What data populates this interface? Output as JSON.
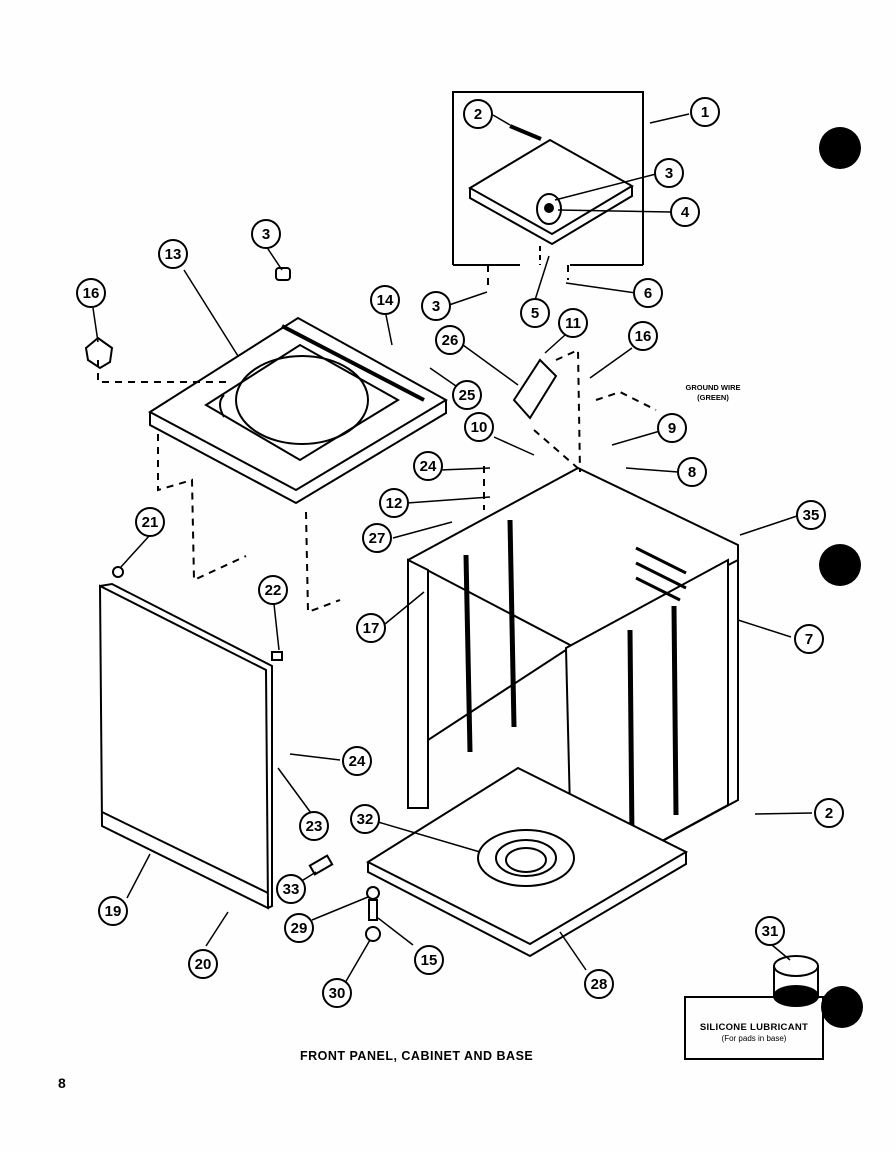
{
  "diagram": {
    "title": "FRONT PANEL, CABINET AND BASE",
    "page_number": "8",
    "ground_wire": {
      "line1": "GROUND WIRE",
      "line2": "(GREEN)"
    },
    "lubricant_note": {
      "main": "SILICONE LUBRICANT",
      "sub": "(For pads in base)"
    },
    "callouts": [
      "1",
      "2",
      "3",
      "4",
      "3",
      "5",
      "6",
      "3",
      "13",
      "16",
      "14",
      "25",
      "26",
      "11",
      "16",
      "10",
      "9",
      "24",
      "8",
      "12",
      "35",
      "21",
      "27",
      "22",
      "17",
      "7",
      "24",
      "32",
      "23",
      "2",
      "33",
      "19",
      "29",
      "15",
      "20",
      "30",
      "28",
      "31"
    ]
  }
}
